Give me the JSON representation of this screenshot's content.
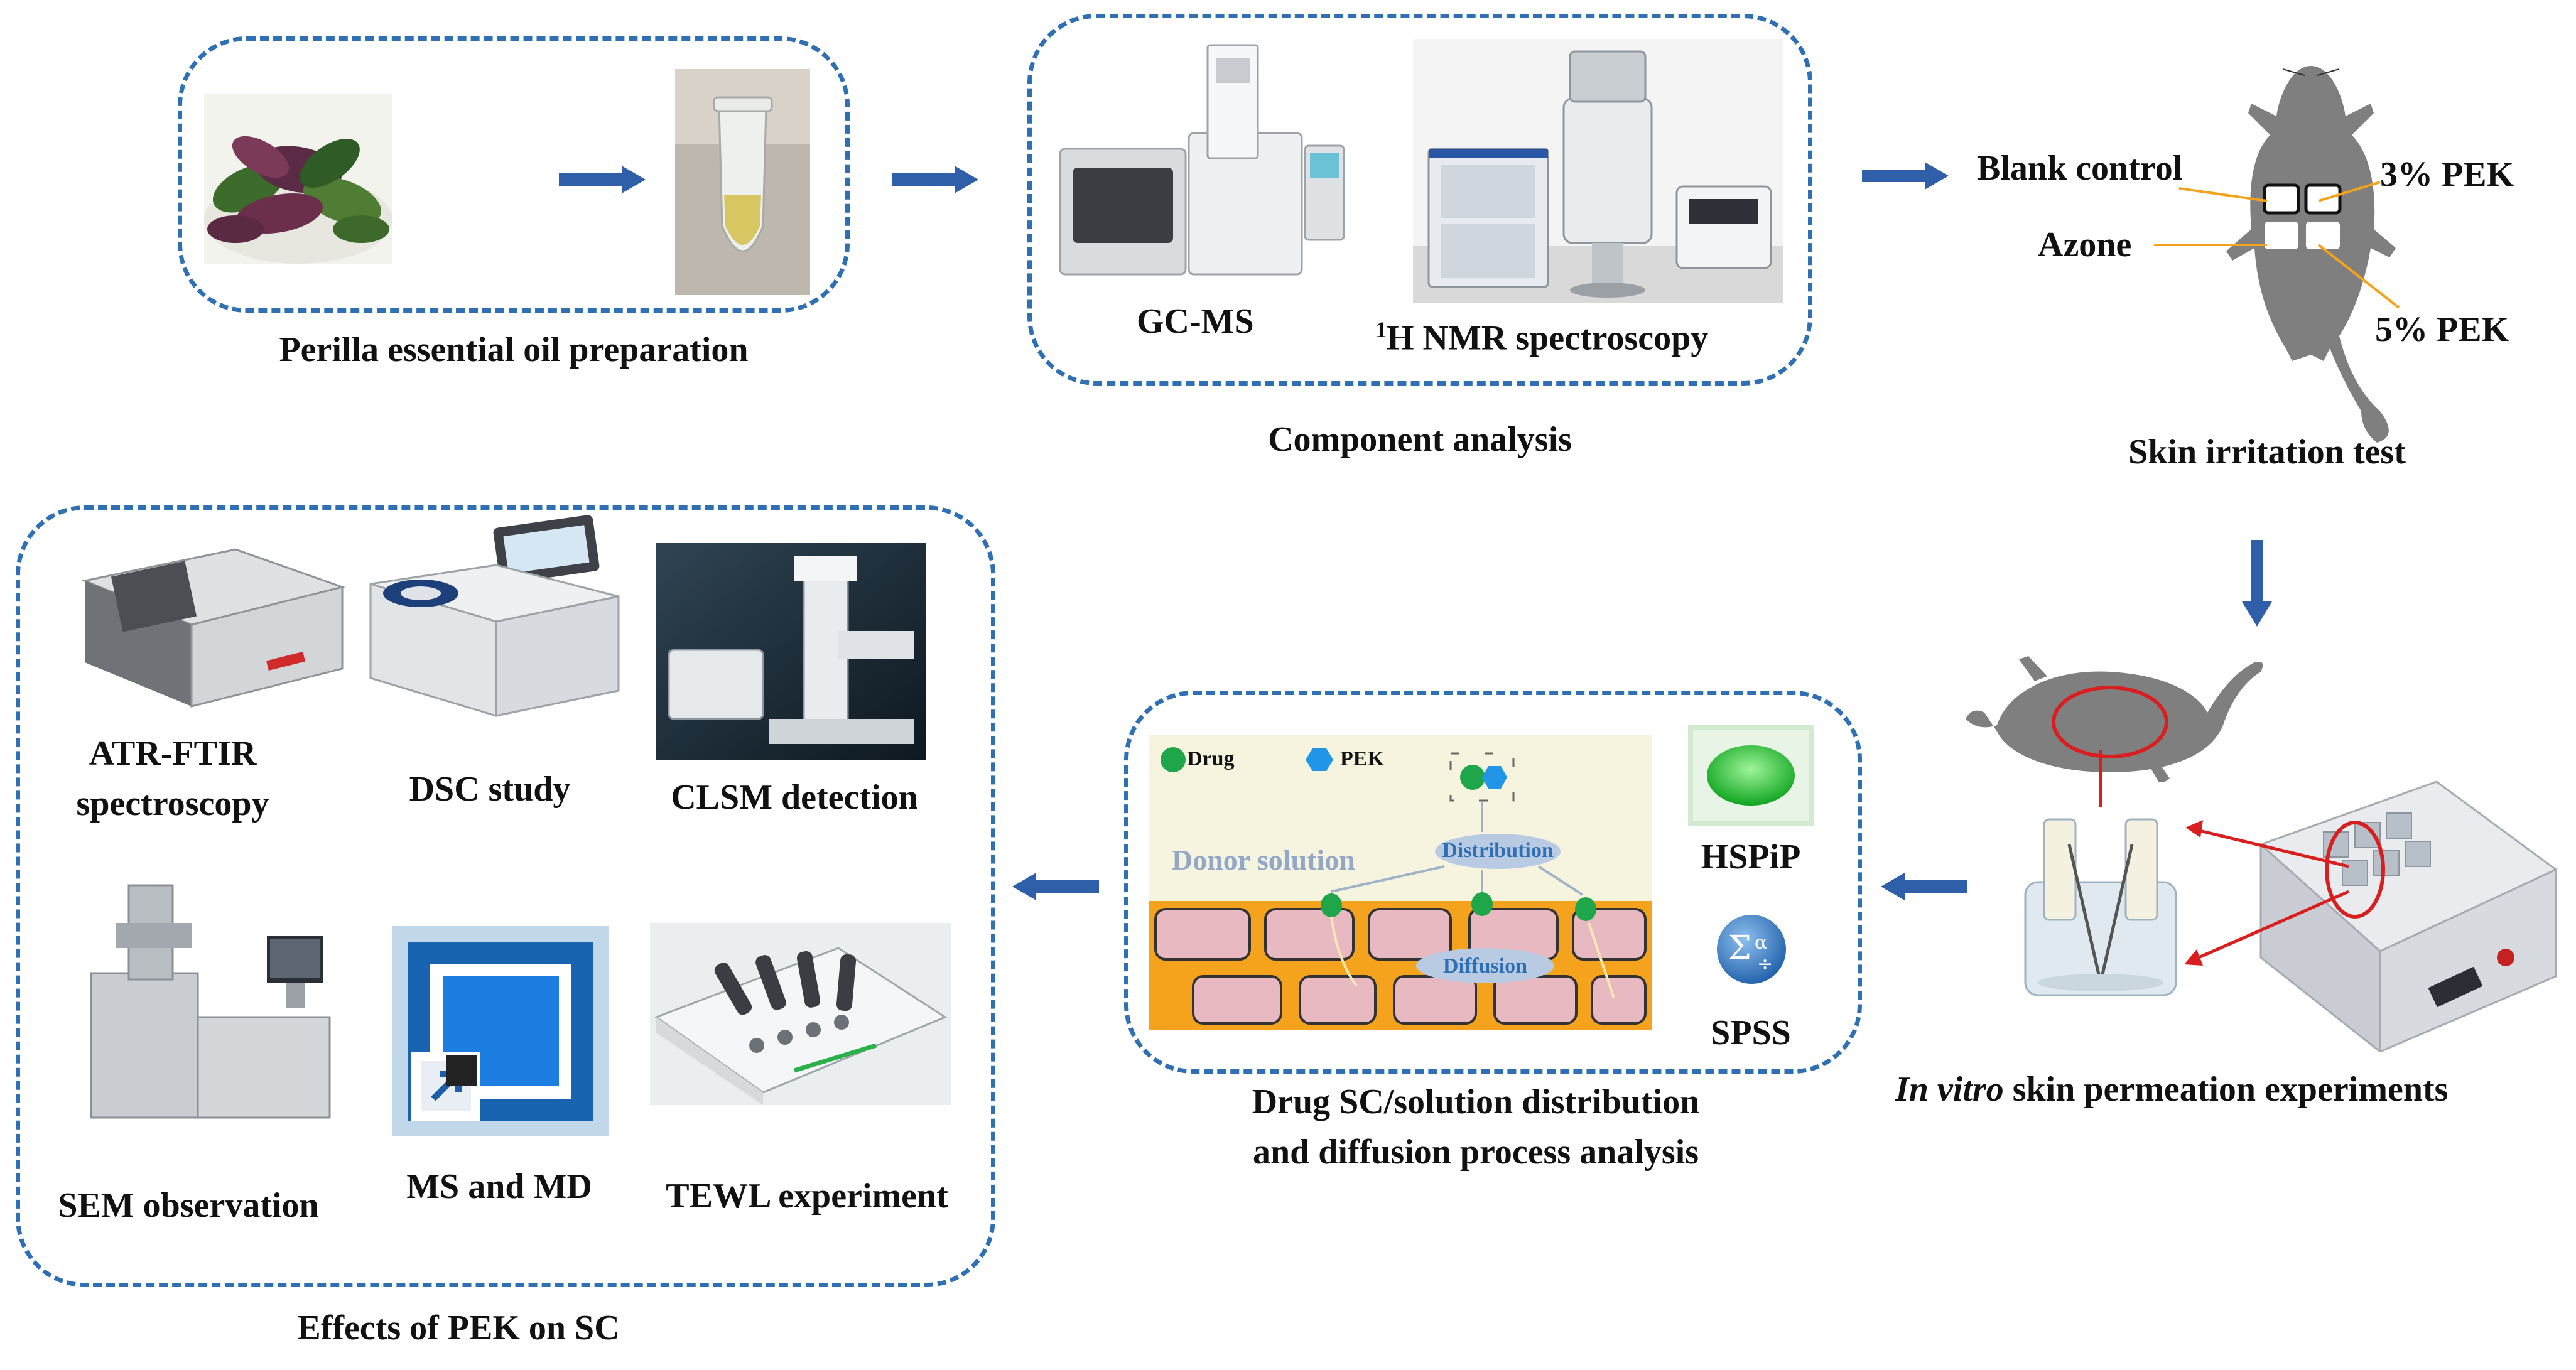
{
  "stages": {
    "preparation": {
      "label": "Perilla essential oil preparation"
    },
    "component_analysis": {
      "label": "Component analysis",
      "gcms": "GC-MS",
      "nmr_sup": "1",
      "nmr": "H NMR spectroscopy"
    },
    "irritation": {
      "label": "Skin irritation test",
      "blank": "Blank control",
      "pek3": "3% PEK",
      "azone": "Azone",
      "pek5": "5% PEK"
    },
    "permeation": {
      "label_italic": "In vitro",
      "label_rest": " skin permeation experiments"
    },
    "distribution": {
      "label_line1": "Drug SC/solution distribution",
      "label_line2": "and diffusion process analysis",
      "legend_drug": "Drug",
      "legend_pek": "PEK",
      "donor": "Donor solution",
      "distribution_tag": "Distribution",
      "diffusion_tag": "Diffusion",
      "hspip": "HSPiP",
      "spss": "SPSS"
    },
    "effects": {
      "label": "Effects of PEK on SC",
      "atr_line1": "ATR-FTIR",
      "atr_line2": "spectroscopy",
      "dsc": "DSC study",
      "clsm": "CLSM detection",
      "sem": "SEM observation",
      "msmd": "MS and MD",
      "tewl": "TEWL experiment"
    }
  },
  "colors": {
    "dash": "#2f6fb3",
    "arrow": "#2f5fa8",
    "orange": "#f5a21c",
    "cell": "#e8b9c0",
    "drug": "#1fa64a",
    "pek": "#2196e8",
    "red": "#d81e1e"
  }
}
